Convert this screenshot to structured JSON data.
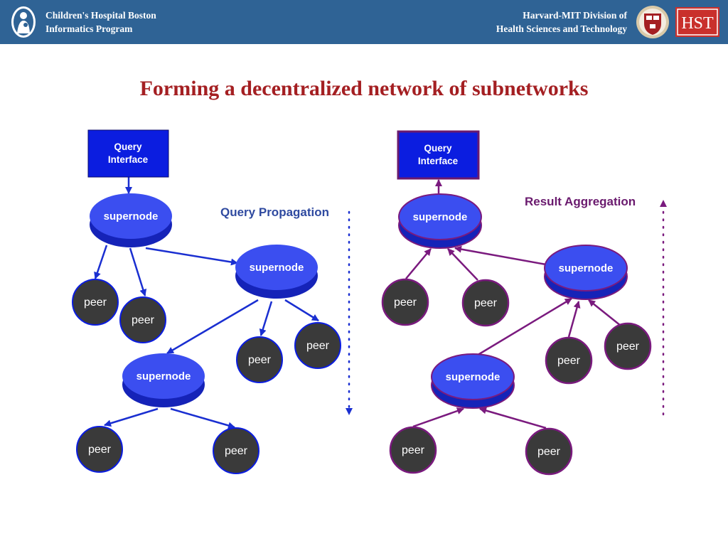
{
  "header": {
    "left_line1": "Children's Hospital Boston",
    "left_line2": "Informatics Program",
    "right_line1": "Harvard-MIT Division of",
    "right_line2": "Health Sciences and Technology",
    "hst_logo_text": "HST"
  },
  "title": "Forming a decentralized network of subnetworks",
  "left_diagram": {
    "query_interface_line1": "Query",
    "query_interface_line2": "Interface",
    "direction_label": "Query Propagation",
    "supernode_label": "supernode",
    "peer_label": "peer"
  },
  "right_diagram": {
    "query_interface_line1": "Query",
    "query_interface_line2": "Interface",
    "direction_label": "Result Aggregation",
    "supernode_label": "supernode",
    "peer_label": "peer"
  },
  "colors": {
    "header_bg": "#2f6395",
    "title": "#a41f22",
    "blue_arrow": "#1a2fd1",
    "purple_arrow": "#7a1a7e",
    "query_box": "#0b1de0",
    "supernode": "#3b4ef0",
    "peer": "#3a3a3a"
  }
}
